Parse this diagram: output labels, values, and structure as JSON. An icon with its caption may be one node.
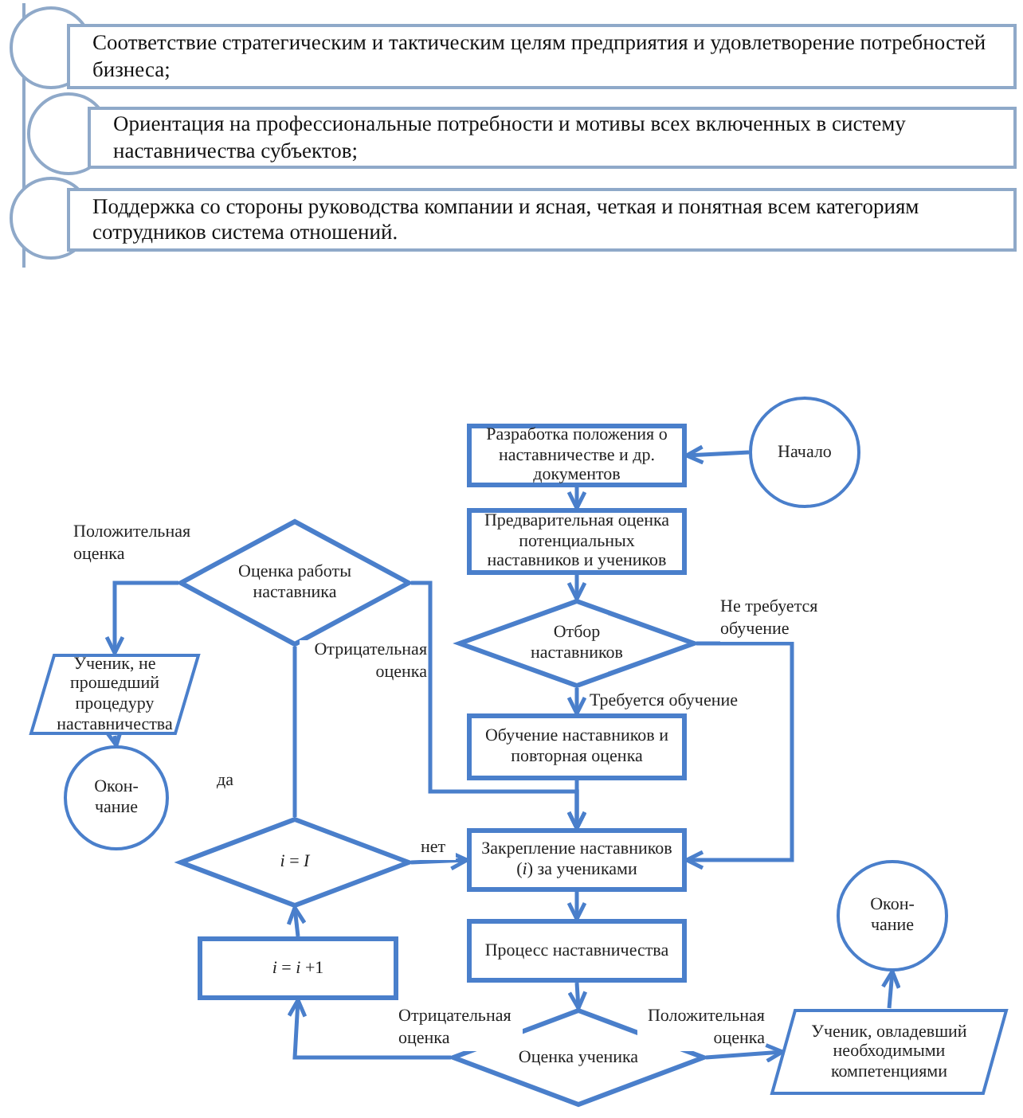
{
  "diagram": {
    "nodes": [
      {
        "text": [
          "Соответствие стратегическим и тактическим целям предприятия и удовлетворение потребностей бизнеса;"
        ]
      },
      {
        "text": [
          "Ориентация на профессиональные потребности и мотивы всех включенных в систему наставничества субъектов;"
        ]
      },
      {
        "text": [
          "Поддержка со стороны руководства компании и ясная, четкая и понятная всем категориям сотрудников система отношений."
        ]
      },
      {
        "text": [
          "Разработка положения о наставничестве и др. документов"
        ]
      },
      {
        "text": [
          "Начало"
        ]
      },
      {
        "text": [
          "Предварительная оценка потенциальных наставников и учеников"
        ]
      },
      {
        "text": [
          "Отбор наставников"
        ]
      },
      {
        "text": [
          "Обучение наставников и повторная оценка"
        ]
      },
      {
        "text": [
          "Закрепление наставников (*i*) за учениками"
        ]
      },
      {
        "text": [
          "Процесс наставничества"
        ]
      },
      {
        "text": [
          "Оценка ученика"
        ]
      },
      {
        "text": [
          "Ученик, овладевший необходимыми компетенциями"
        ]
      },
      {
        "text": [
          "Окон- чание"
        ]
      },
      {
        "text": [
          "Оценка работы наставника"
        ]
      },
      {
        "text": [
          "Ученик, не прошедший процедуру наставничества"
        ]
      },
      {
        "text": [
          "Окон- чание"
        ]
      },
      {
        "text": [
          "*i* = *I*"
        ]
      },
      {
        "text": [
          "*i* = *i* +1"
        ]
      }
    ],
    "edges": [
      {
        "from": 4,
        "to": 3,
        "arrow": "to"
      },
      {
        "from": 3,
        "to": 5,
        "arrow": "to"
      },
      {
        "from": 5,
        "to": 6,
        "arrow": "to"
      },
      {
        "from": 6,
        "to": 7,
        "arrow": "to",
        "label": "Требуется обучение"
      },
      {
        "from": 6,
        "to": 8,
        "arrow": "to",
        "label": "Не требуется обучение"
      },
      {
        "from": 7,
        "to": 8,
        "arrow": "to"
      },
      {
        "from": 8,
        "to": 9,
        "arrow": "to"
      },
      {
        "from": 9,
        "to": 10,
        "arrow": "to"
      },
      {
        "from": 10,
        "to": 11,
        "arrow": "to",
        "label": "Положительная оценка"
      },
      {
        "from": 11,
        "to": 12,
        "arrow": "to"
      },
      {
        "from": 10,
        "to": 17,
        "arrow": "to",
        "label": "Отрицательная оценка"
      },
      {
        "from": 17,
        "to": 16,
        "arrow": "to"
      },
      {
        "from": 16,
        "to": 8,
        "arrow": "to",
        "label": "нет"
      },
      {
        "from": 16,
        "to": 13,
        "arrow": "none",
        "label": "да"
      },
      {
        "from": 13,
        "to": 14,
        "arrow": "to",
        "label": "Положительная оценка"
      },
      {
        "from": 14,
        "to": 15,
        "arrow": "to"
      },
      {
        "from": 13,
        "to": 8,
        "arrow": "to",
        "label": "Отрицательная оценка"
      }
    ]
  }
}
